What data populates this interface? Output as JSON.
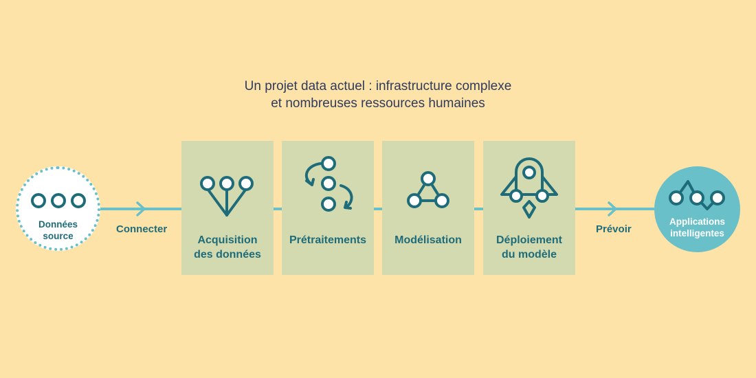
{
  "title": {
    "line1": "Un projet data actuel : infrastructure complexe",
    "line2": "et nombreuses ressources humaines"
  },
  "source": {
    "line1": "Données",
    "line2": "source",
    "icon": "three-circles-icon"
  },
  "target": {
    "line1": "Applications",
    "line2": "intelligentes",
    "icon": "zigzag-nodes-icon"
  },
  "edges": {
    "connect": "Connecter",
    "predict": "Prévoir"
  },
  "stages": [
    {
      "line1": "Acquisition",
      "line2": "des données",
      "icon": "merge-nodes-icon"
    },
    {
      "line1": "Prétraitements",
      "line2": "",
      "icon": "cycle-nodes-icon"
    },
    {
      "line1": "Modélisation",
      "line2": "",
      "icon": "triangle-network-icon"
    },
    {
      "line1": "Déploiement",
      "line2": "du modèle",
      "icon": "rocket-icon"
    }
  ],
  "colors": {
    "background": "#fde3a7",
    "teal": "#69c0c8",
    "dark_teal": "#1e6c79",
    "stage_fill": "#d4dab0",
    "title": "#2f3a5e"
  }
}
